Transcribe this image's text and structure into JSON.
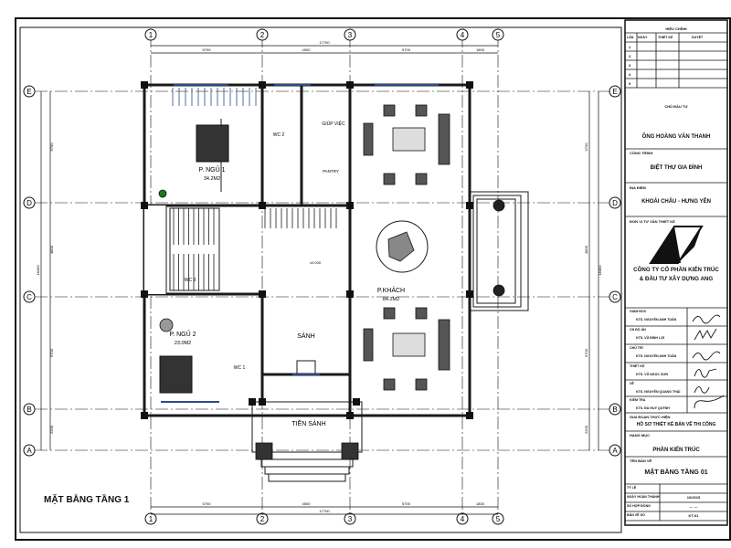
{
  "drawing": {
    "title": "MẶT BẰNG TẦNG 1",
    "grid_columns": [
      "1",
      "2",
      "3",
      "4",
      "5"
    ],
    "grid_rows": [
      "E",
      "D",
      "C",
      "B",
      "A"
    ],
    "horizontal_dims": [
      "5700",
      "4500",
      "5700",
      "1800"
    ],
    "horizontal_total": "17700",
    "vertical_dims": [
      "5700",
      "4800",
      "5700",
      "2200"
    ],
    "vertical_total": "18400",
    "level_mark": "±0.000",
    "rooms": [
      {
        "name": "P. NGỦ 1",
        "area": "34.2M2"
      },
      {
        "name": "WC 2"
      },
      {
        "name": "GIÚP VIỆC"
      },
      {
        "name": "PANTRY"
      },
      {
        "name": "WC 3"
      },
      {
        "name": "P. NGỦ 2",
        "area": "23.0M2"
      },
      {
        "name": "WC 1"
      },
      {
        "name": "SẢNH"
      },
      {
        "name": "TIỀN SẢNH"
      },
      {
        "name": "P.KHÁCH",
        "area": "84.2M2"
      }
    ]
  },
  "title_block": {
    "revision": {
      "header": "HIỆU CHỈNH",
      "columns": [
        "LẦN",
        "NGÀY",
        "THIẾT KẾ",
        "DUYỆT"
      ],
      "rows": [
        "1",
        "2",
        "3",
        "4",
        "5"
      ]
    },
    "owner_label": "CHỦ ĐẦU TƯ",
    "owner": "ÔNG HOÀNG VĂN THANH",
    "project_label": "CÔNG TRÌNH",
    "project": "BIỆT THỰ GIA ĐÌNH",
    "location_label": "ĐỊA ĐIỂM",
    "location": "KHOÁI CHÂU - HƯNG YÊN",
    "consultant_label": "ĐƠN VỊ TƯ VẤN THIẾT KẾ",
    "company_line1": "CÔNG TY CỔ PHẦN KIẾN TRÚC",
    "company_line2": "& ĐẦU TƯ XÂY DỰNG ANG",
    "signatures": [
      {
        "role": "GIÁM ĐỐC",
        "name": "KTS. NGUYỄN ANH TUẤN"
      },
      {
        "role": "CN ĐỒ ÁN",
        "name": "KTS. VŨ ĐÌNH LỢI"
      },
      {
        "role": "CHỦ TRÌ",
        "name": "KTS. NGUYỄN ANH TUẤN"
      },
      {
        "role": "THIẾT KẾ",
        "name": "KTS. VŨ NGỌC SƠN"
      },
      {
        "role": "VẼ",
        "name": "KTS. NGUYỄN QUANG THÁI"
      },
      {
        "role": "KIỂM TRA",
        "name": "KTS. ĐÀ HUY QUỲNH"
      }
    ],
    "phase_label": "GIAI ĐOẠN THỰC HIỆN",
    "phase": "HỒ SƠ THIẾT KẾ BẢN VẼ THI CÔNG",
    "category_label": "HẠNG MỤC",
    "category": "PHẦN KIẾN TRÚC",
    "drawing_name_label": "TÊN BẢN VẼ",
    "drawing_name": "MẶT BẰNG TẦNG 01",
    "info": [
      {
        "label": "TỶ LỆ",
        "value": ""
      },
      {
        "label": "NGÀY HOÀN THÀNH",
        "value": "10/2015"
      },
      {
        "label": "SỐ HỢP ĐỒNG",
        "value": "--- ---"
      },
      {
        "label": "BẢN VẼ SỐ",
        "value": "KT-01"
      }
    ]
  },
  "colors": {
    "line": "#111111",
    "wall": "#1a1a1a",
    "glass": "#2b4a8a",
    "furniture": "#555555"
  }
}
